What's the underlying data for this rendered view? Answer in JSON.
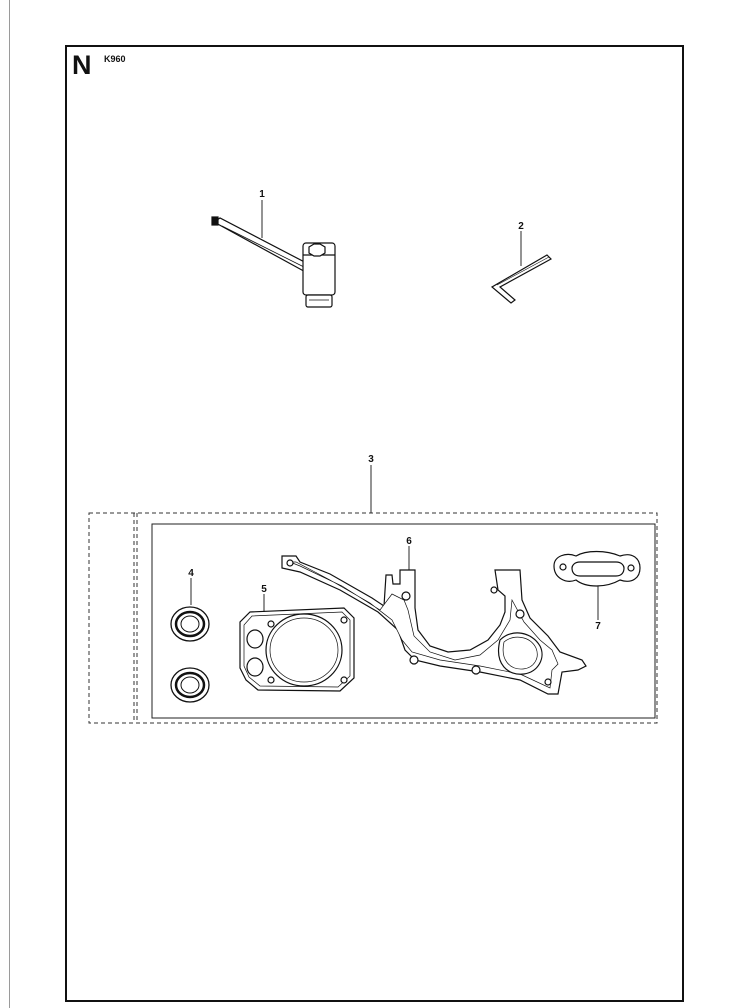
{
  "header": {
    "section_letter": "N",
    "model": "K960"
  },
  "callouts": [
    "1",
    "2",
    "3",
    "4",
    "5",
    "6",
    "7"
  ]
}
